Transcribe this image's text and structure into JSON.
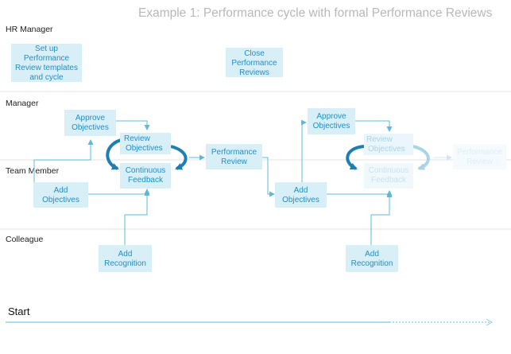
{
  "title": "Example 1: Performance cycle with formal Performance Reviews",
  "lanes": {
    "hr_manager": "HR Manager",
    "manager": "Manager",
    "team_member": "Team Member",
    "colleague": "Colleague"
  },
  "boxes": {
    "setup": [
      "Set up",
      "Performance",
      "Review templates",
      "and cycle"
    ],
    "close": [
      "Close",
      "Performance",
      "Reviews"
    ],
    "approve1": [
      "Approve",
      "Objectives"
    ],
    "review1": [
      "Review",
      "Objectives"
    ],
    "feedback1": [
      "Continuous",
      "Feedback"
    ],
    "add_obj1": [
      "Add",
      "Objectives"
    ],
    "add_rec1": [
      "Add",
      "Recognition"
    ],
    "perf_review1": [
      "Performance",
      "Review"
    ],
    "approve2": [
      "Approve",
      "Objectives"
    ],
    "review2": [
      "Review",
      "Objectives"
    ],
    "feedback2": [
      "Continuous",
      "Feedback"
    ],
    "add_obj2": [
      "Add",
      "Objectives"
    ],
    "add_rec2": [
      "Add",
      "Recognition"
    ],
    "perf_review2": [
      "Performance",
      "Review"
    ]
  },
  "timeline": {
    "label": "Start"
  },
  "colors": {
    "box_fill": "#d9eff8",
    "box_text": "#1f8fc4",
    "arrow": "#5fb8dc",
    "cycle": "#1b7fb6",
    "lane_divider": "#e3e3e3",
    "title": "#b8b8b8"
  }
}
